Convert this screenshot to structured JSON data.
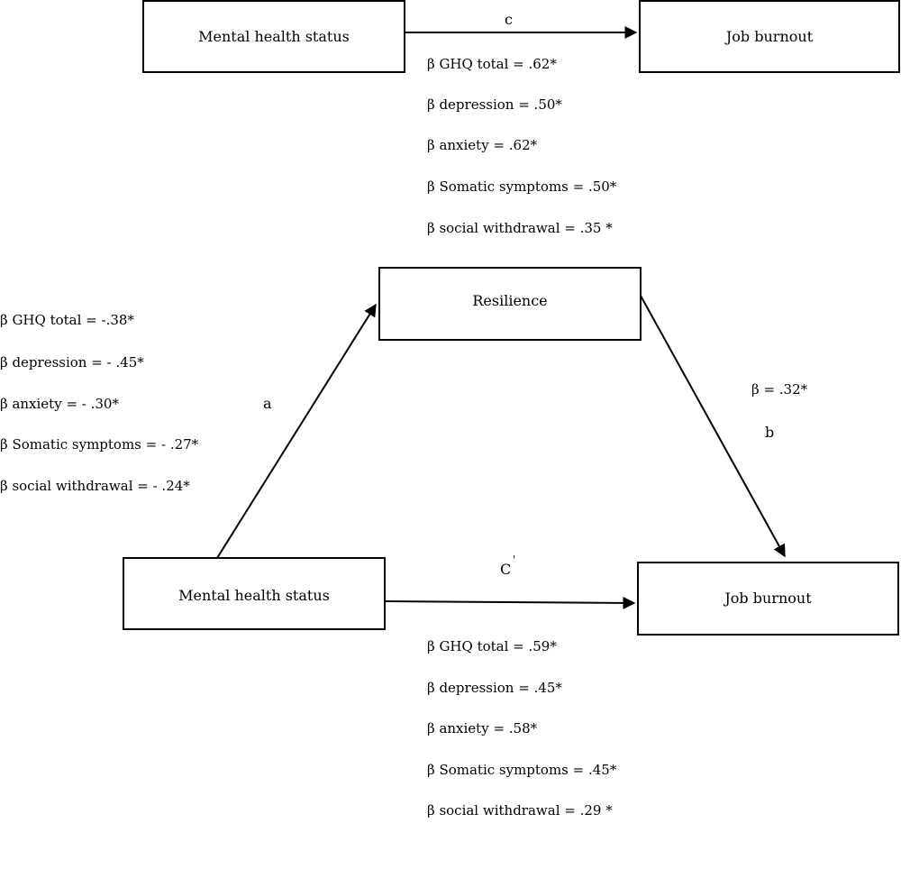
{
  "top": {
    "left_box": "Mental health status",
    "right_box": "Job burnout",
    "path_label": "c",
    "coefficients": [
      "β GHQ total = .62*",
      "β depression = .50*",
      "β anxiety = .62*",
      "β Somatic symptoms = .50*",
      "β social withdrawal = .35 *"
    ]
  },
  "mediation": {
    "mediator_box": "Resilience",
    "path_a_label": "a",
    "path_a_coefficients": [
      "β GHQ total = -.38*",
      "β depression = - .45*",
      "β anxiety = - .30*",
      "β Somatic symptoms = - .27*",
      "β social withdrawal = - .24*"
    ],
    "path_b_coefficient": "β = .32*",
    "path_b_label": "b",
    "left_box": "Mental health status",
    "right_box": "Job burnout",
    "path_c_prime_label": "C",
    "path_c_prime_mark": "'",
    "path_c_prime_coefficients": [
      "β GHQ total = .59*",
      "β depression = .45*",
      "β anxiety = .58*",
      "β Somatic symptoms = .45*",
      "β social withdrawal = .29 *"
    ]
  }
}
